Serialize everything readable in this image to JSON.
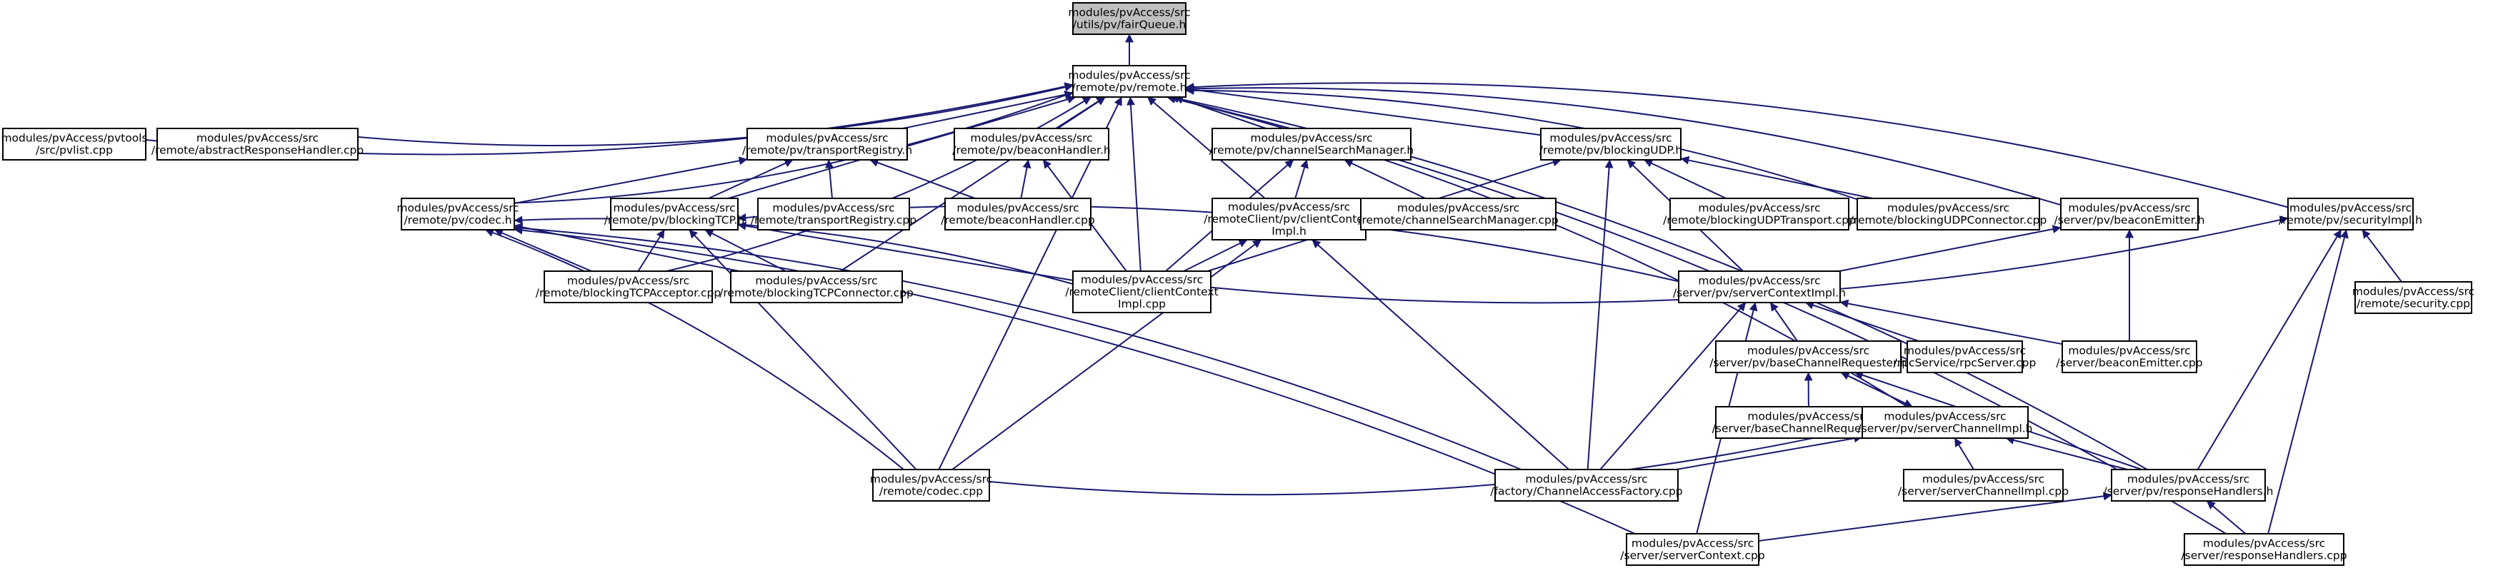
{
  "diagram": {
    "edge_color": "#191970",
    "root_fill": "#bfbfbf",
    "nodes": [
      {
        "id": "fair",
        "lines": [
          "modules/pvAccess/src",
          "/utils/pv/fairQueue.h"
        ]
      },
      {
        "id": "remote_h",
        "lines": [
          "modules/pvAccess/src",
          "/remote/pv/remote.h"
        ]
      },
      {
        "id": "pvlist",
        "lines": [
          "modules/pvAccess/pvtools",
          "/src/pvlist.cpp"
        ]
      },
      {
        "id": "absresp",
        "lines": [
          "modules/pvAccess/src",
          "/remote/abstractResponseHandler.cpp"
        ]
      },
      {
        "id": "transreg_h",
        "lines": [
          "modules/pvAccess/src",
          "/remote/pv/transportRegistry.h"
        ]
      },
      {
        "id": "beaconh_h",
        "lines": [
          "modules/pvAccess/src",
          "/remote/pv/beaconHandler.h"
        ]
      },
      {
        "id": "chsearch_h",
        "lines": [
          "modules/pvAccess/src",
          "/remote/pv/channelSearchManager.h"
        ]
      },
      {
        "id": "blkudp_h",
        "lines": [
          "modules/pvAccess/src",
          "/remote/pv/blockingUDP.h"
        ]
      },
      {
        "id": "codec_h",
        "lines": [
          "modules/pvAccess/src",
          "/remote/pv/codec.h"
        ]
      },
      {
        "id": "blktcp_h",
        "lines": [
          "modules/pvAccess/src",
          "/remote/pv/blockingTCP.h"
        ]
      },
      {
        "id": "transreg_cpp",
        "lines": [
          "modules/pvAccess/src",
          "/remote/transportRegistry.cpp"
        ]
      },
      {
        "id": "beaconh_cpp",
        "lines": [
          "modules/pvAccess/src",
          "/remote/beaconHandler.cpp"
        ]
      },
      {
        "id": "clictx_h",
        "lines": [
          "modules/pvAccess/src",
          "/remoteClient/pv/clientContext",
          "Impl.h"
        ]
      },
      {
        "id": "chsearch_cpp",
        "lines": [
          "modules/pvAccess/src",
          "/remote/channelSearchManager.cpp"
        ]
      },
      {
        "id": "blkudptr_cpp",
        "lines": [
          "modules/pvAccess/src",
          "/remote/blockingUDPTransport.cpp"
        ]
      },
      {
        "id": "blkudpcon_cpp",
        "lines": [
          "modules/pvAccess/src",
          "/remote/blockingUDPConnector.cpp"
        ]
      },
      {
        "id": "beaconem_h",
        "lines": [
          "modules/pvAccess/src",
          "/server/pv/beaconEmitter.h"
        ]
      },
      {
        "id": "secimpl_h",
        "lines": [
          "modules/pvAccess/src",
          "/remote/pv/securityImpl.h"
        ]
      },
      {
        "id": "tcpacc_cpp",
        "lines": [
          "modules/pvAccess/src",
          "/remote/blockingTCPAcceptor.cpp"
        ]
      },
      {
        "id": "tcpcon_cpp",
        "lines": [
          "modules/pvAccess/src",
          "/remote/blockingTCPConnector.cpp"
        ]
      },
      {
        "id": "clictx_cpp",
        "lines": [
          "modules/pvAccess/src",
          "/remoteClient/clientContext",
          "Impl.cpp"
        ]
      },
      {
        "id": "srvctx_h",
        "lines": [
          "modules/pvAccess/src",
          "/server/pv/serverContextImpl.h"
        ]
      },
      {
        "id": "security_cpp",
        "lines": [
          "modules/pvAccess/src",
          "/remote/security.cpp"
        ]
      },
      {
        "id": "basechreq_h",
        "lines": [
          "modules/pvAccess/src",
          "/server/pv/baseChannelRequester.h"
        ]
      },
      {
        "id": "rpcsrv_cpp",
        "lines": [
          "modules/pvAccess/src",
          "/rpcService/rpcServer.cpp"
        ]
      },
      {
        "id": "beaconem_cpp",
        "lines": [
          "modules/pvAccess/src",
          "/server/beaconEmitter.cpp"
        ]
      },
      {
        "id": "basechreq_cpp",
        "lines": [
          "modules/pvAccess/src",
          "/server/baseChannelRequester.cpp"
        ]
      },
      {
        "id": "srvch_h",
        "lines": [
          "modules/pvAccess/src",
          "/server/pv/serverChannelImpl.h"
        ]
      },
      {
        "id": "srvch_cpp",
        "lines": [
          "modules/pvAccess/src",
          "/server/serverChannelImpl.cpp"
        ]
      },
      {
        "id": "resph_h",
        "lines": [
          "modules/pvAccess/src",
          "/server/pv/responseHandlers.h"
        ]
      },
      {
        "id": "codec_cpp",
        "lines": [
          "modules/pvAccess/src",
          "/remote/codec.cpp"
        ]
      },
      {
        "id": "chfactory_cpp",
        "lines": [
          "modules/pvAccess/src",
          "/factory/ChannelAccessFactory.cpp"
        ]
      },
      {
        "id": "srvctx_cpp",
        "lines": [
          "modules/pvAccess/src",
          "/server/serverContext.cpp"
        ]
      },
      {
        "id": "resph_cpp",
        "lines": [
          "modules/pvAccess/src",
          "/server/responseHandlers.cpp"
        ]
      }
    ],
    "edges": [
      [
        "remote_h",
        "fair"
      ],
      [
        "pvlist",
        "remote_h"
      ],
      [
        "absresp",
        "remote_h"
      ],
      [
        "transreg_h",
        "remote_h"
      ],
      [
        "beaconh_h",
        "remote_h"
      ],
      [
        "chsearch_h",
        "remote_h"
      ],
      [
        "blkudp_h",
        "remote_h"
      ],
      [
        "codec_h",
        "remote_h"
      ],
      [
        "blktcp_h",
        "remote_h"
      ],
      [
        "clictx_h",
        "remote_h"
      ],
      [
        "clictx_cpp",
        "remote_h"
      ],
      [
        "tcpacc_cpp",
        "remote_h"
      ],
      [
        "tcpcon_cpp",
        "remote_h"
      ],
      [
        "blkudpcon_cpp",
        "remote_h"
      ],
      [
        "beaconem_h",
        "remote_h"
      ],
      [
        "secimpl_h",
        "remote_h"
      ],
      [
        "codec_cpp",
        "remote_h"
      ],
      [
        "srvch_h",
        "remote_h"
      ],
      [
        "resph_h",
        "remote_h"
      ],
      [
        "resph_cpp",
        "remote_h"
      ],
      [
        "codec_h",
        "transreg_h"
      ],
      [
        "blktcp_h",
        "transreg_h"
      ],
      [
        "transreg_cpp",
        "transreg_h"
      ],
      [
        "beaconh_cpp",
        "transreg_h"
      ],
      [
        "beaconh_cpp",
        "beaconh_h"
      ],
      [
        "clictx_cpp",
        "beaconh_h"
      ],
      [
        "clictx_h",
        "chsearch_h"
      ],
      [
        "clictx_cpp",
        "chsearch_h"
      ],
      [
        "chsearch_cpp",
        "chsearch_h"
      ],
      [
        "clictx_cpp",
        "blkudp_h"
      ],
      [
        "chfactory_cpp",
        "blkudp_h"
      ],
      [
        "srvctx_h",
        "blkudp_h"
      ],
      [
        "blkudptr_cpp",
        "blkudp_h"
      ],
      [
        "blkudpcon_cpp",
        "blkudp_h"
      ],
      [
        "tcpacc_cpp",
        "codec_h"
      ],
      [
        "tcpcon_cpp",
        "codec_h"
      ],
      [
        "clictx_cpp",
        "codec_h"
      ],
      [
        "codec_cpp",
        "codec_h"
      ],
      [
        "chfactory_cpp",
        "codec_h"
      ],
      [
        "srvctx_cpp",
        "codec_h"
      ],
      [
        "tcpacc_cpp",
        "blktcp_h"
      ],
      [
        "tcpcon_cpp",
        "blktcp_h"
      ],
      [
        "clictx_cpp",
        "blktcp_h"
      ],
      [
        "codec_cpp",
        "blktcp_h"
      ],
      [
        "srvctx_h",
        "blktcp_h"
      ],
      [
        "clictx_cpp",
        "clictx_h"
      ],
      [
        "codec_cpp",
        "clictx_h"
      ],
      [
        "chfactory_cpp",
        "clictx_h"
      ],
      [
        "srvctx_h",
        "beaconem_h"
      ],
      [
        "beaconem_cpp",
        "beaconem_h"
      ],
      [
        "clictx_cpp",
        "secimpl_h"
      ],
      [
        "security_cpp",
        "secimpl_h"
      ],
      [
        "resph_h",
        "secimpl_h"
      ],
      [
        "resph_cpp",
        "secimpl_h"
      ],
      [
        "basechreq_h",
        "srvctx_h"
      ],
      [
        "rpcsrv_cpp",
        "srvctx_h"
      ],
      [
        "beaconem_cpp",
        "srvctx_h"
      ],
      [
        "chfactory_cpp",
        "srvctx_h"
      ],
      [
        "srvctx_cpp",
        "srvctx_h"
      ],
      [
        "basechreq_cpp",
        "basechreq_h"
      ],
      [
        "srvch_h",
        "basechreq_h"
      ],
      [
        "resph_h",
        "basechreq_h"
      ],
      [
        "basechreq_h",
        "srvch_h"
      ],
      [
        "srvch_cpp",
        "srvch_h"
      ],
      [
        "resph_h",
        "srvch_h"
      ],
      [
        "codec_cpp",
        "srvch_h"
      ],
      [
        "chfactory_cpp",
        "srvch_h"
      ],
      [
        "srvctx_cpp",
        "resph_h"
      ],
      [
        "resph_cpp",
        "resph_h"
      ]
    ]
  }
}
